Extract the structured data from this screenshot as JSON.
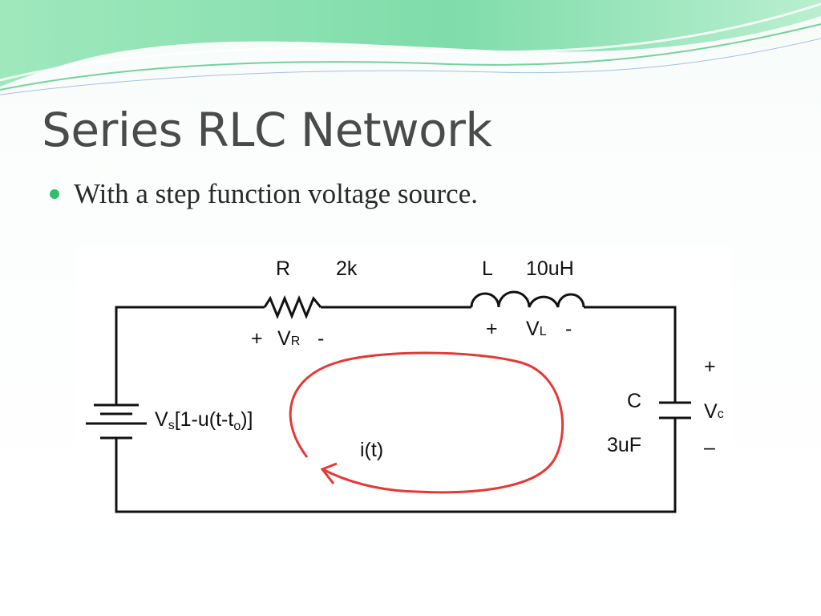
{
  "slide": {
    "title": "Series RLC Network",
    "bullet": "With a step function voltage source."
  },
  "diagram": {
    "resistor": {
      "name": "R",
      "value": "2k"
    },
    "inductor": {
      "name": "L",
      "value": "10uH"
    },
    "capacitor": {
      "name": "C",
      "value": "3uF"
    },
    "vr": {
      "plus": "+",
      "symbol": "V",
      "subscript": "R",
      "minus": "-"
    },
    "vl": {
      "plus": "+",
      "symbol": "V",
      "subscript": "L",
      "minus": "-"
    },
    "vc": {
      "plus": "+",
      "symbol": "V",
      "subscript": "c",
      "minus": "–"
    },
    "source": {
      "symbol": "V",
      "subscript": "s",
      "expr_start": "[1-u(t-t",
      "expr_sub": "o",
      "expr_end": ")]"
    },
    "current": "i(t)",
    "loop_color": "#e53935"
  },
  "theme": {
    "accent": "#2fbf6a",
    "banner_color": "#8fe3b0"
  }
}
